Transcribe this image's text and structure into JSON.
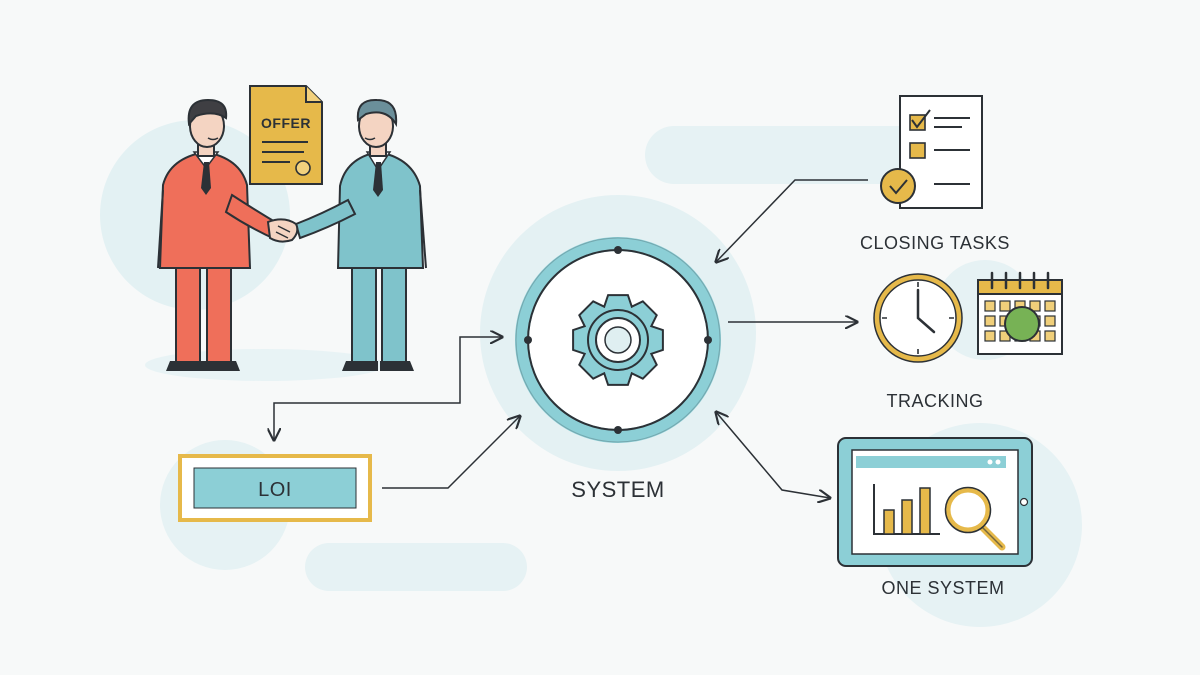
{
  "offer_document": {
    "label": "OFFER"
  },
  "loi_box": {
    "label": "LOI"
  },
  "system": {
    "label": "SYSTEM"
  },
  "closing_tasks": {
    "label": "CLOSING TASKS"
  },
  "tracking": {
    "label": "TRACKING"
  },
  "one_system": {
    "label": "ONE SYSTEM"
  },
  "colors": {
    "coral": "#ef6f5a",
    "teal": "#7fc3cb",
    "gold": "#e6b94a",
    "ink": "#2c3136",
    "pale": "#e2f0f2",
    "green": "#77b255"
  },
  "icons": [
    "handshake-icon",
    "offer-document-icon",
    "gear-icon",
    "checklist-icon",
    "clock-icon",
    "calendar-icon",
    "dashboard-icon",
    "magnifier-icon",
    "bar-chart-icon"
  ]
}
